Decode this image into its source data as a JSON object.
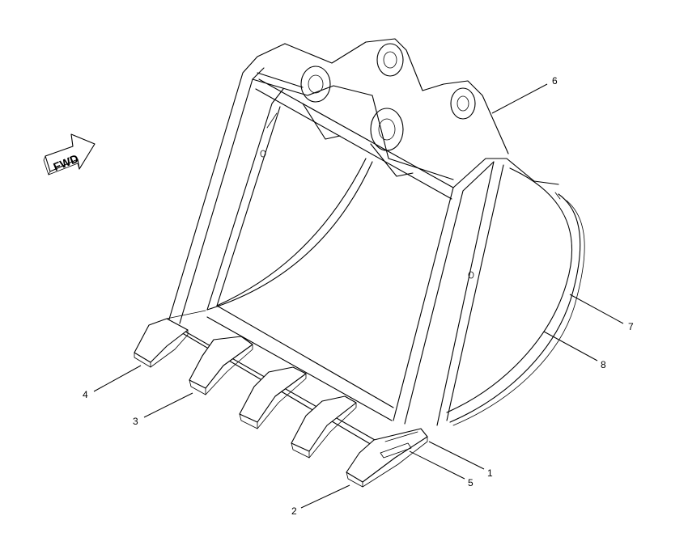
{
  "fwd_label": "FWD",
  "callouts": [
    {
      "id": "1",
      "label": "1"
    },
    {
      "id": "2",
      "label": "2"
    },
    {
      "id": "3",
      "label": "3"
    },
    {
      "id": "4",
      "label": "4"
    },
    {
      "id": "5",
      "label": "5"
    },
    {
      "id": "6",
      "label": "6"
    },
    {
      "id": "7",
      "label": "7"
    },
    {
      "id": "8",
      "label": "8"
    }
  ]
}
